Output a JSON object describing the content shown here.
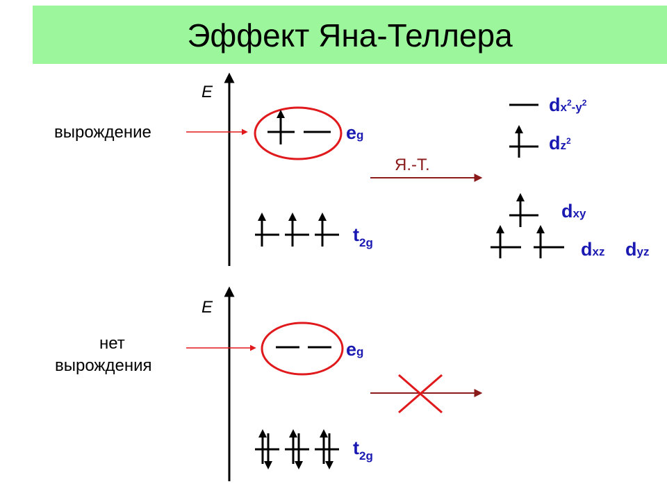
{
  "title": "Эффект Яна-Теллера",
  "upper": {
    "axis_label": "E",
    "state_label": "вырождение",
    "eg": {
      "main": "e",
      "sub": "g"
    },
    "t2g": {
      "main": "t",
      "sub": "2g"
    },
    "transition_label": "Я.-Т.",
    "split_levels": {
      "dx2y2": {
        "main": "d",
        "sub1": "x",
        "sup1": "2",
        "sub2": "-y",
        "sup2": "2"
      },
      "dz2": {
        "main": "d",
        "sub": "z",
        "sup": "2"
      },
      "dxy": {
        "main": "d",
        "sub": "xy"
      },
      "dxz": {
        "main": "d",
        "sub": "xz"
      },
      "dyz": {
        "main": "d",
        "sub": "yz"
      }
    }
  },
  "lower": {
    "axis_label": "E",
    "state_label_line1": "нет",
    "state_label_line2": "вырождения",
    "eg": {
      "main": "e",
      "sub": "g"
    },
    "t2g": {
      "main": "t",
      "sub": "2g"
    }
  },
  "colors": {
    "title_bg": "#9cf79c",
    "orbital_label": "#1a1ab3",
    "ellipse": "#e0191c",
    "pointer_arrow": "#e0191c",
    "transition_arrow": "#8b1a1a",
    "cross": "#e0191c"
  }
}
